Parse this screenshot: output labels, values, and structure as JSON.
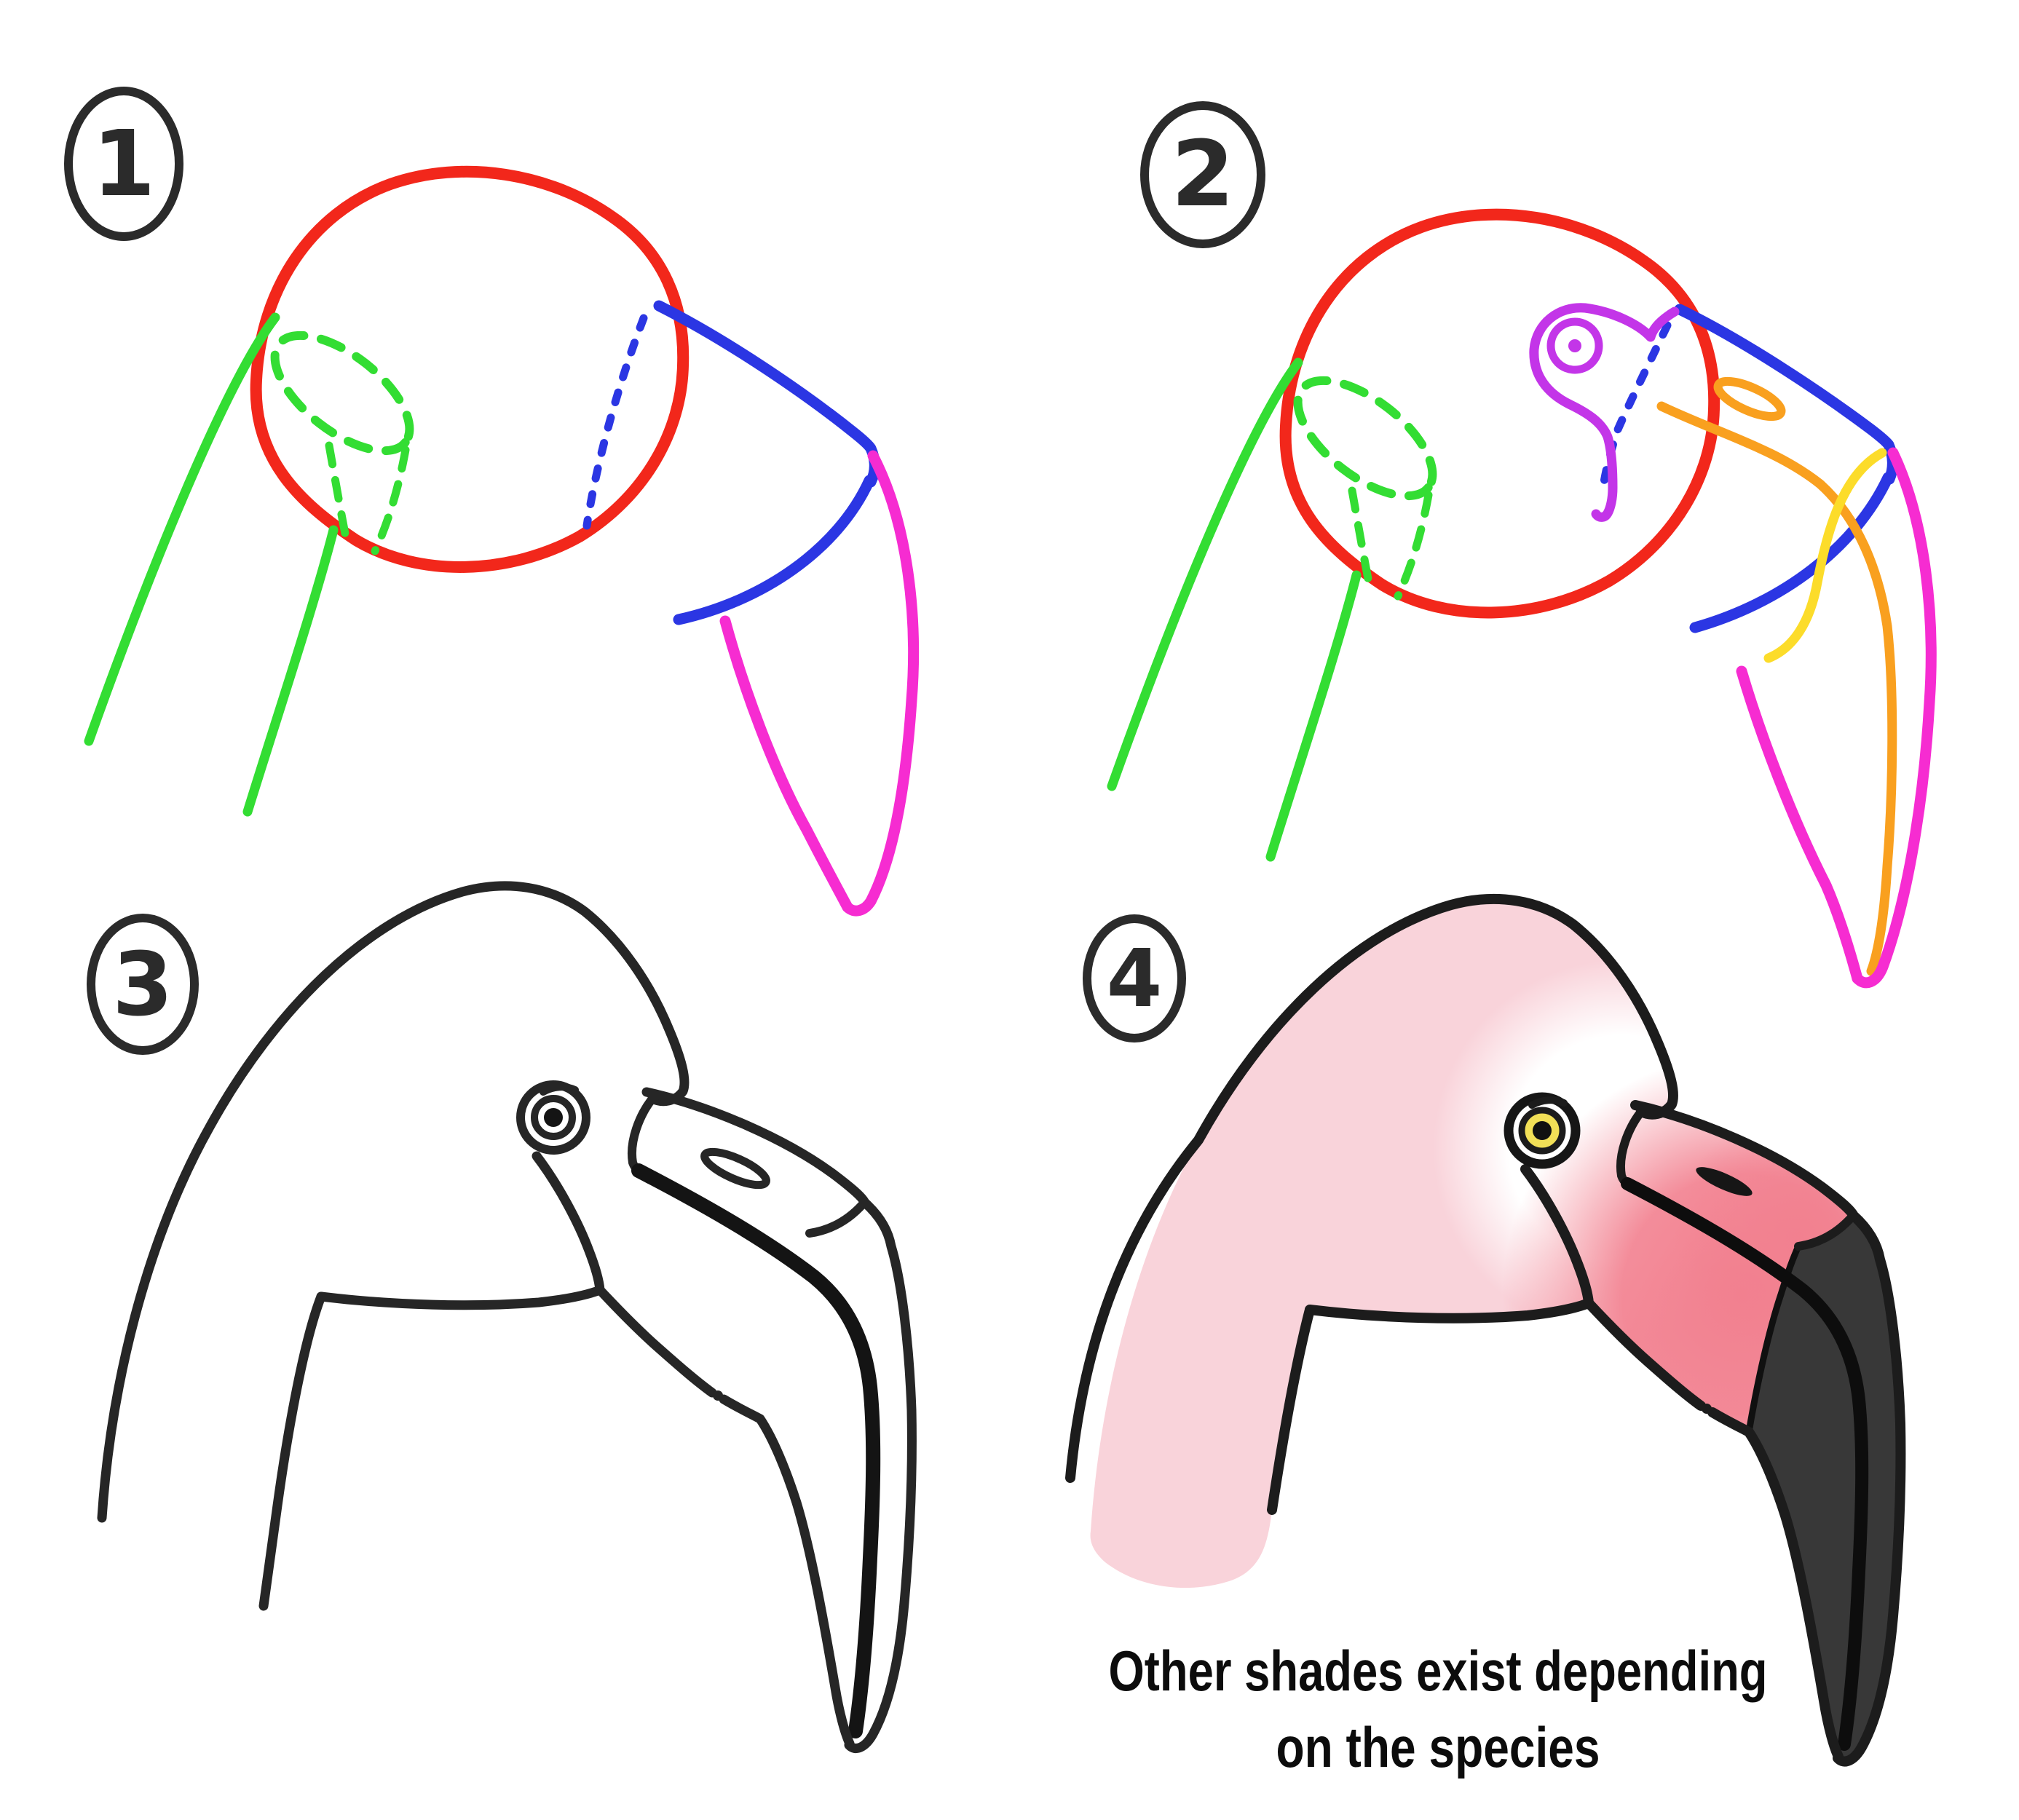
{
  "steps": [
    {
      "label": "1"
    },
    {
      "label": "2"
    },
    {
      "label": "3"
    },
    {
      "label": "4"
    }
  ],
  "caption": {
    "line1": "Other shades exist depending",
    "line2": "on the species"
  },
  "palette": {
    "guide_red": "#f2271b",
    "guide_green": "#33dd33",
    "guide_blue": "#2b36e3",
    "guide_magenta": "#f62cd1",
    "guide_purple": "#c335e8",
    "guide_orange": "#f9a01f",
    "guide_yellow": "#fcdc2a",
    "ink": "#262626",
    "gape_ink": "#141414",
    "badge_ink": "#2b2b2b",
    "caption_ink": "#0c0c0c",
    "head_pink": "#f9d3da",
    "blush_pink": "#f2808f",
    "beak_black": "#383838",
    "eye_yellow": "#f2e057",
    "background": "#ffffff"
  }
}
